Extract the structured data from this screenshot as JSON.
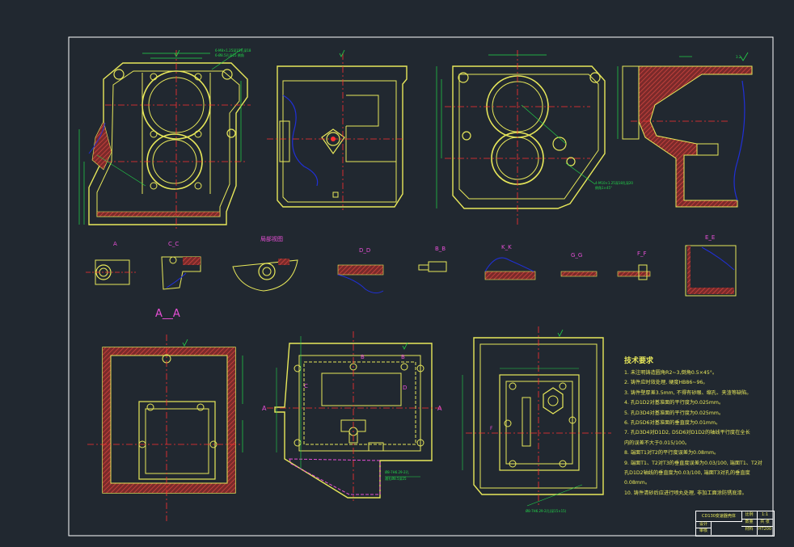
{
  "drawing": {
    "section_labels": {
      "view_a": "A",
      "view_c": "C_C",
      "view_local": "局部视图",
      "view_d": "D_D",
      "view_b": "B_B",
      "view_k": "K_K",
      "view_g": "G_G",
      "view_f": "F_F",
      "view_e": "E_E",
      "aa": "A__A"
    },
    "cut_marks": {
      "a_left": "A",
      "a_right": "A",
      "b1": "B",
      "b2": "B",
      "c": "C",
      "d": "D",
      "f": "F"
    },
    "roughness_note": "3.2",
    "callouts": {
      "top_left": "6-M8×1.25深15孔深18",
      "top_left_2": "6-Ø8.5孔深25 倒角",
      "mid_right": "4-M10×1.25深18孔深20",
      "mid_right_2": "倒角1×45°",
      "bottom_mid": "Ø8-7H6.29-2孔",
      "bottom_mid_2": "通孔Ø8.5深25",
      "bottom_right": "Ø8-7H6.29-2孔(深15×15)"
    }
  },
  "tech_requirements": {
    "title": "技术要求",
    "items": [
      "1. 未注明铸造圆角R2~3,倒角0.5×45°。",
      "2. 铸件应时效处理, 硬度HB86~96。",
      "3. 铸件壁厚差3.5mm, 不得有砂眼、缩孔、夹渣等缺陷。",
      "4. 孔D1D2对基准面的平行度为0.025mm。",
      "5. 孔D3D4对基准面的平行度为0.025mm。",
      "6. 孔D5D6对基准面的垂直度为0.01mm。",
      "7. 孔D3D4对D1D2, D5D6对D1D2的轴线平行度在全长",
      "   内的误差不大于0.015/100。",
      "8. 端面T1对T2的平行度误差为0.08mm。",
      "9. 端面T1、T2对T3的垂直度误差为0.03/100, 端面T1、T2对",
      "   孔D1D2轴线的垂直度为0.03/100, 端面T3对孔的垂直度",
      "   0.08mm。",
      "10. 铸件清砂后应进行喷丸处理, 非加工面涂防锈底漆。"
    ]
  },
  "title_block": {
    "part_name": "CD130变速器壳体",
    "scale_label": "比例",
    "scale_value": "1:1",
    "material_label": "材料",
    "material_value": "HT200",
    "designer_label": "设计",
    "checker_label": "审核",
    "sheet_label": "共 张",
    "qty_label": "数量"
  },
  "colors": {
    "background": "#212830",
    "outline": "#e8e85a",
    "centerline": "#ff3030",
    "dimension": "#22d84a",
    "hatch": "#b83a36",
    "section": "#e74fd6",
    "break_line": "#2030d8",
    "border": "#ffffff"
  }
}
